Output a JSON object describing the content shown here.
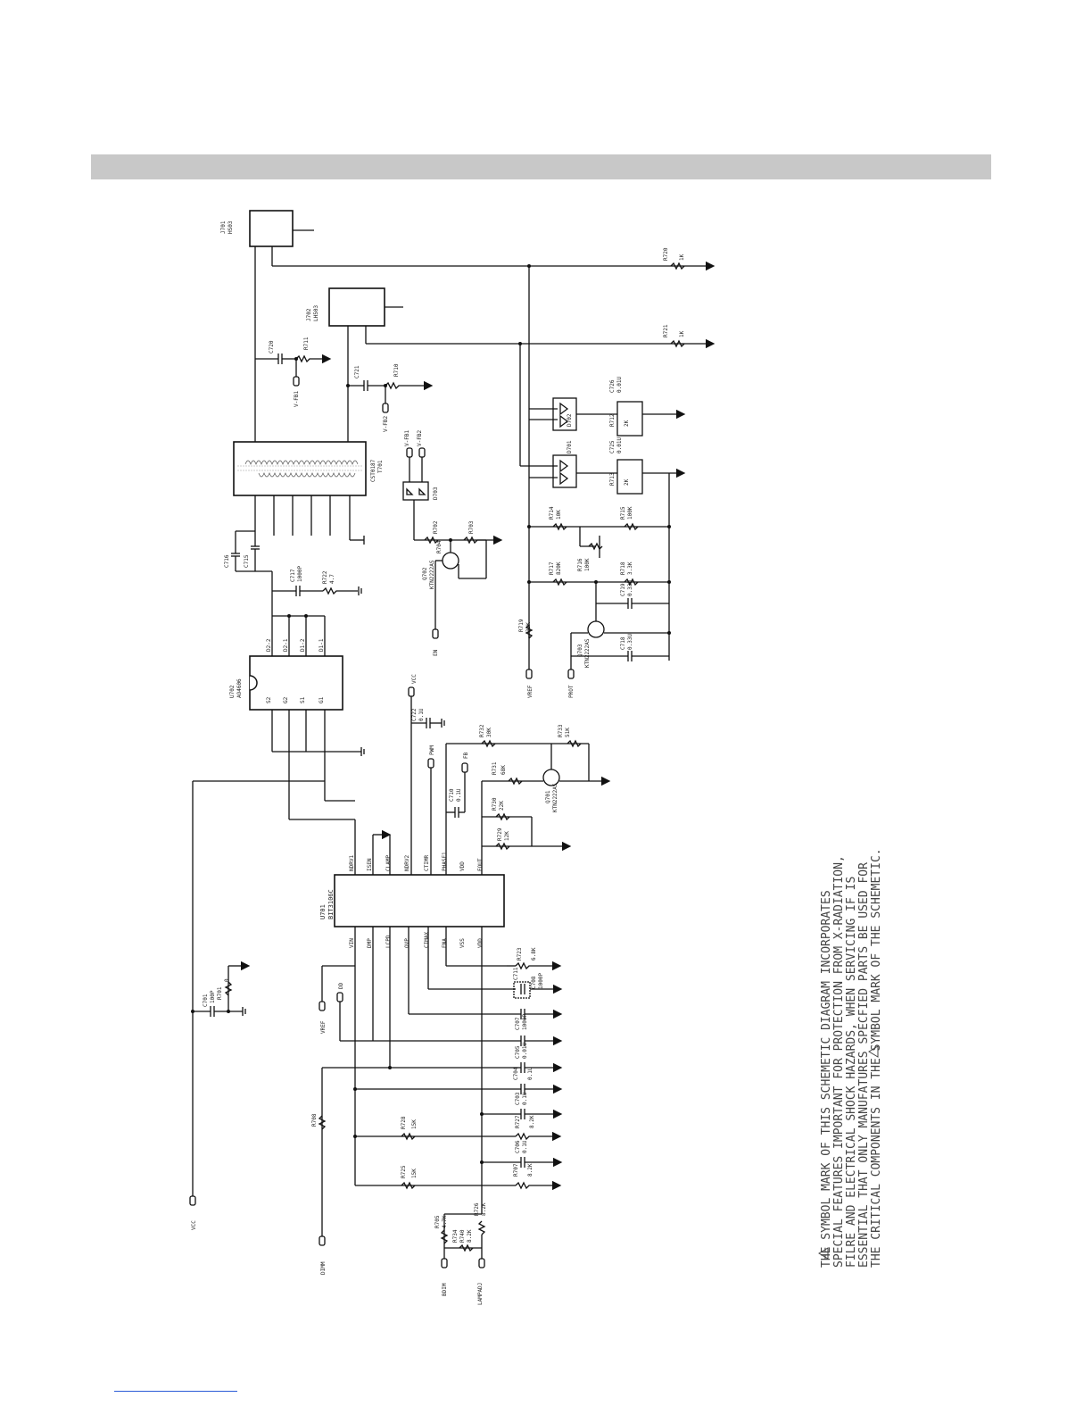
{
  "components": {
    "j701": {
      "ref": "J701",
      "part": "HS03"
    },
    "j702": {
      "ref": "J702",
      "part": "LH503"
    },
    "t701": {
      "ref": "T701",
      "part": "CST0187"
    },
    "u702": {
      "ref": "U702",
      "part": "AO4606",
      "pins_bottom": [
        "S2",
        "G2",
        "S1",
        "G1"
      ],
      "pins_top": [
        "D2-2",
        "D2-1",
        "D1-2",
        "D1-1"
      ]
    },
    "u701": {
      "ref": "U701",
      "part": "BIT3106C",
      "pins_left": [
        "VIN",
        "DMP",
        "LCPD",
        "OVP",
        "CIMAX",
        "ENA",
        "VSS",
        "VDD"
      ],
      "pins_right": [
        "NDRV1",
        "ISEN",
        "CLAMP",
        "NDRV2",
        "CTIMR",
        "PHASE1",
        "VDD",
        "FOUT"
      ]
    },
    "q702": {
      "ref": "Q702",
      "part": "KTN2222AS"
    },
    "q703": {
      "ref": "Q703",
      "part": "KTN2222AS"
    },
    "q701": {
      "ref": "Q701",
      "part": "KTN2222AS"
    },
    "d702": {
      "ref": "D702"
    },
    "d701": {
      "ref": "D701"
    },
    "d703": {
      "ref": "D703"
    }
  },
  "labels": {
    "r720": {
      "ref": "R720",
      "value": "1K"
    },
    "r721": {
      "ref": "R721",
      "value": "1K"
    },
    "c720": "C720",
    "r711": "R711",
    "c721": "C721",
    "r710": "R710",
    "vfb1": "V-FB1",
    "vfb2": "V-FB2",
    "vfb1b": "V-FB1",
    "vfb2b": "V-FB2",
    "c716": "C716",
    "c715": "C715",
    "c717": {
      "ref": "C717",
      "value": "1000P"
    },
    "r722": {
      "ref": "R722",
      "value": "4.7"
    },
    "r702": "R702",
    "r703": "R703",
    "r704": "R704",
    "en": "EN",
    "c726": {
      "ref": "C726",
      "value": "0.01U"
    },
    "c725": {
      "ref": "C725",
      "value": "0.01U"
    },
    "r712": {
      "ref": "R712",
      "value": "2K"
    },
    "r713": {
      "ref": "R713",
      "value": "2K"
    },
    "r714": {
      "ref": "R714",
      "value": "10K"
    },
    "r715": {
      "ref": "R715",
      "value": "100K"
    },
    "r716": {
      "ref": "R716",
      "value": "100K"
    },
    "r717": {
      "ref": "R717",
      "value": "820K"
    },
    "r718": {
      "ref": "R718",
      "value": "3.3K"
    },
    "r719": {
      "ref": "R719",
      "value": "33K"
    },
    "c718": {
      "ref": "C718",
      "value": "0.33U"
    },
    "c719": {
      "ref": "C719",
      "value": "0.33U"
    },
    "vref": "VREF",
    "prot": "PROT",
    "vcc": "VCC",
    "c722": {
      "ref": "C722",
      "value": "0.1U"
    },
    "r732": {
      "ref": "R732",
      "value": "30K"
    },
    "r733": {
      "ref": "R733",
      "value": "51K"
    },
    "r731": {
      "ref": "R731",
      "value": "68K"
    },
    "pwm": "PWM",
    "fb": "FB",
    "c710": {
      "ref": "C710",
      "value": "0.1U"
    },
    "r730": {
      "ref": "R730",
      "value": "22K"
    },
    "r729": {
      "ref": "R729",
      "value": "12K"
    },
    "c701": {
      "ref": "C701",
      "value": "100P"
    },
    "r701": {
      "ref": "R701",
      "value": "0"
    },
    "vcc_left": "VCC",
    "vref_left": "VREF",
    "dd": "DD",
    "r723": {
      "ref": "R723",
      "value": "6.8K"
    },
    "c711": "C711",
    "c708": {
      "ref": "C708",
      "value": "1000P"
    },
    "c707": {
      "ref": "C707",
      "value": "1000P"
    },
    "c705": {
      "ref": "C705",
      "value": "0.01U"
    },
    "c704": {
      "ref": "C704",
      "value": "0.1U"
    },
    "c703": {
      "ref": "C703",
      "value": "0.1U"
    },
    "r727": {
      "ref": "R727",
      "value": "8.2K"
    },
    "c706": {
      "ref": "C706",
      "value": "0.1U"
    },
    "r728": {
      "ref": "R728",
      "value": "15K"
    },
    "r725": {
      "ref": "R725",
      "value": "15K"
    },
    "r707": {
      "ref": "R707",
      "value": "8.2K"
    },
    "r705": {
      "ref": "R705",
      "value": "4.7K"
    },
    "r726": {
      "ref": "R726",
      "value": "8.2K"
    },
    "r734": "R734",
    "r740": {
      "ref": "R740",
      "value": "8.2K"
    },
    "r708": "R708",
    "dimm": "DIMM",
    "bdim": "BDIM",
    "lampadj": "LAMPADJ"
  },
  "note": {
    "lines": [
      "THE    SYMBOL MARK OF THIS SCHEMETIC DIAGRAM INCORPORATES",
      "SPECIAL FEATURES IMPORTANT FOR PROTECTION FROM X-RADIATION,",
      "FILRE AND ELECTRICAL SHOCK HAZARDS, WHEN SERVICING IF IS",
      "ESSENTIAL THAT ONLY MANUFATURES SPECFIED PARTS BE USED FOR",
      "THE CRITICAL COMPONENTS IN THE    SYMBOL MARK OF THE SCHEMETIC."
    ]
  }
}
